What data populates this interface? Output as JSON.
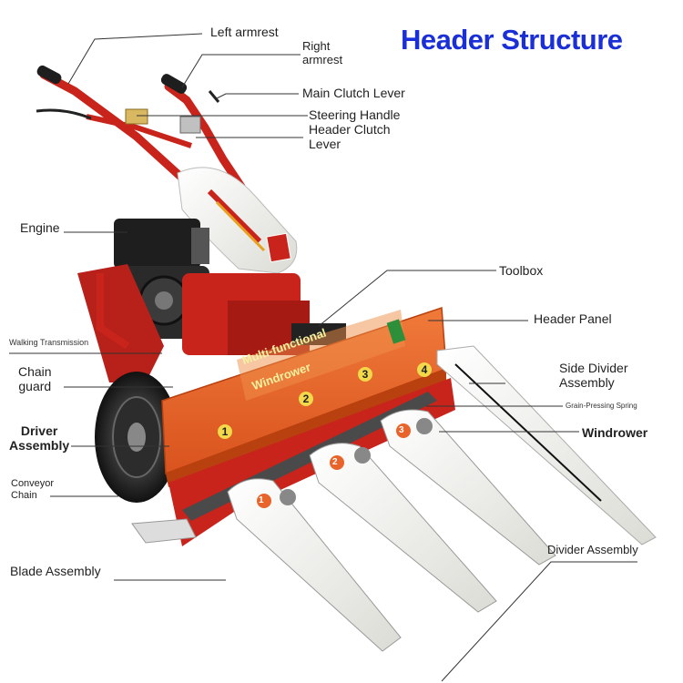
{
  "title": "Header Structure",
  "labels": {
    "left_armrest": "Left armrest",
    "right_armrest": "Right\narmrest",
    "main_clutch_lever": "Main Clutch Lever",
    "steering_handle": "Steering Handle",
    "header_clutch_lever": "Header Clutch\nLever",
    "engine": "Engine",
    "toolbox": "Toolbox",
    "header_panel": "Header Panel",
    "walking_transmission": "Walking Transmission",
    "chain_guard": "Chain\nguard",
    "side_divider_assembly": "Side Divider\nAssembly",
    "grain_pressing_spring": "Grain-Pressing Spring",
    "driver_assembly": "Driver\nAssembly",
    "windrower": "Windrower",
    "conveyor_chain": "Conveyor\nChain",
    "divider_assembly": "Divider Assembly",
    "blade_assembly": "Blade Assembly"
  },
  "machine_text": {
    "panel_text_line1": "Multi-functional",
    "panel_text_line2": "Windrower",
    "panel_numbers": [
      "1",
      "2",
      "3",
      "4"
    ],
    "divider_numbers": [
      "1",
      "2",
      "3"
    ]
  },
  "colors": {
    "title": "#1a2fd6",
    "frame_red": "#c8241c",
    "header_orange": "#e8642a",
    "engine_black": "#1e1e1e",
    "divider_white": "#f1f1ee",
    "leader_line": "#333333"
  }
}
